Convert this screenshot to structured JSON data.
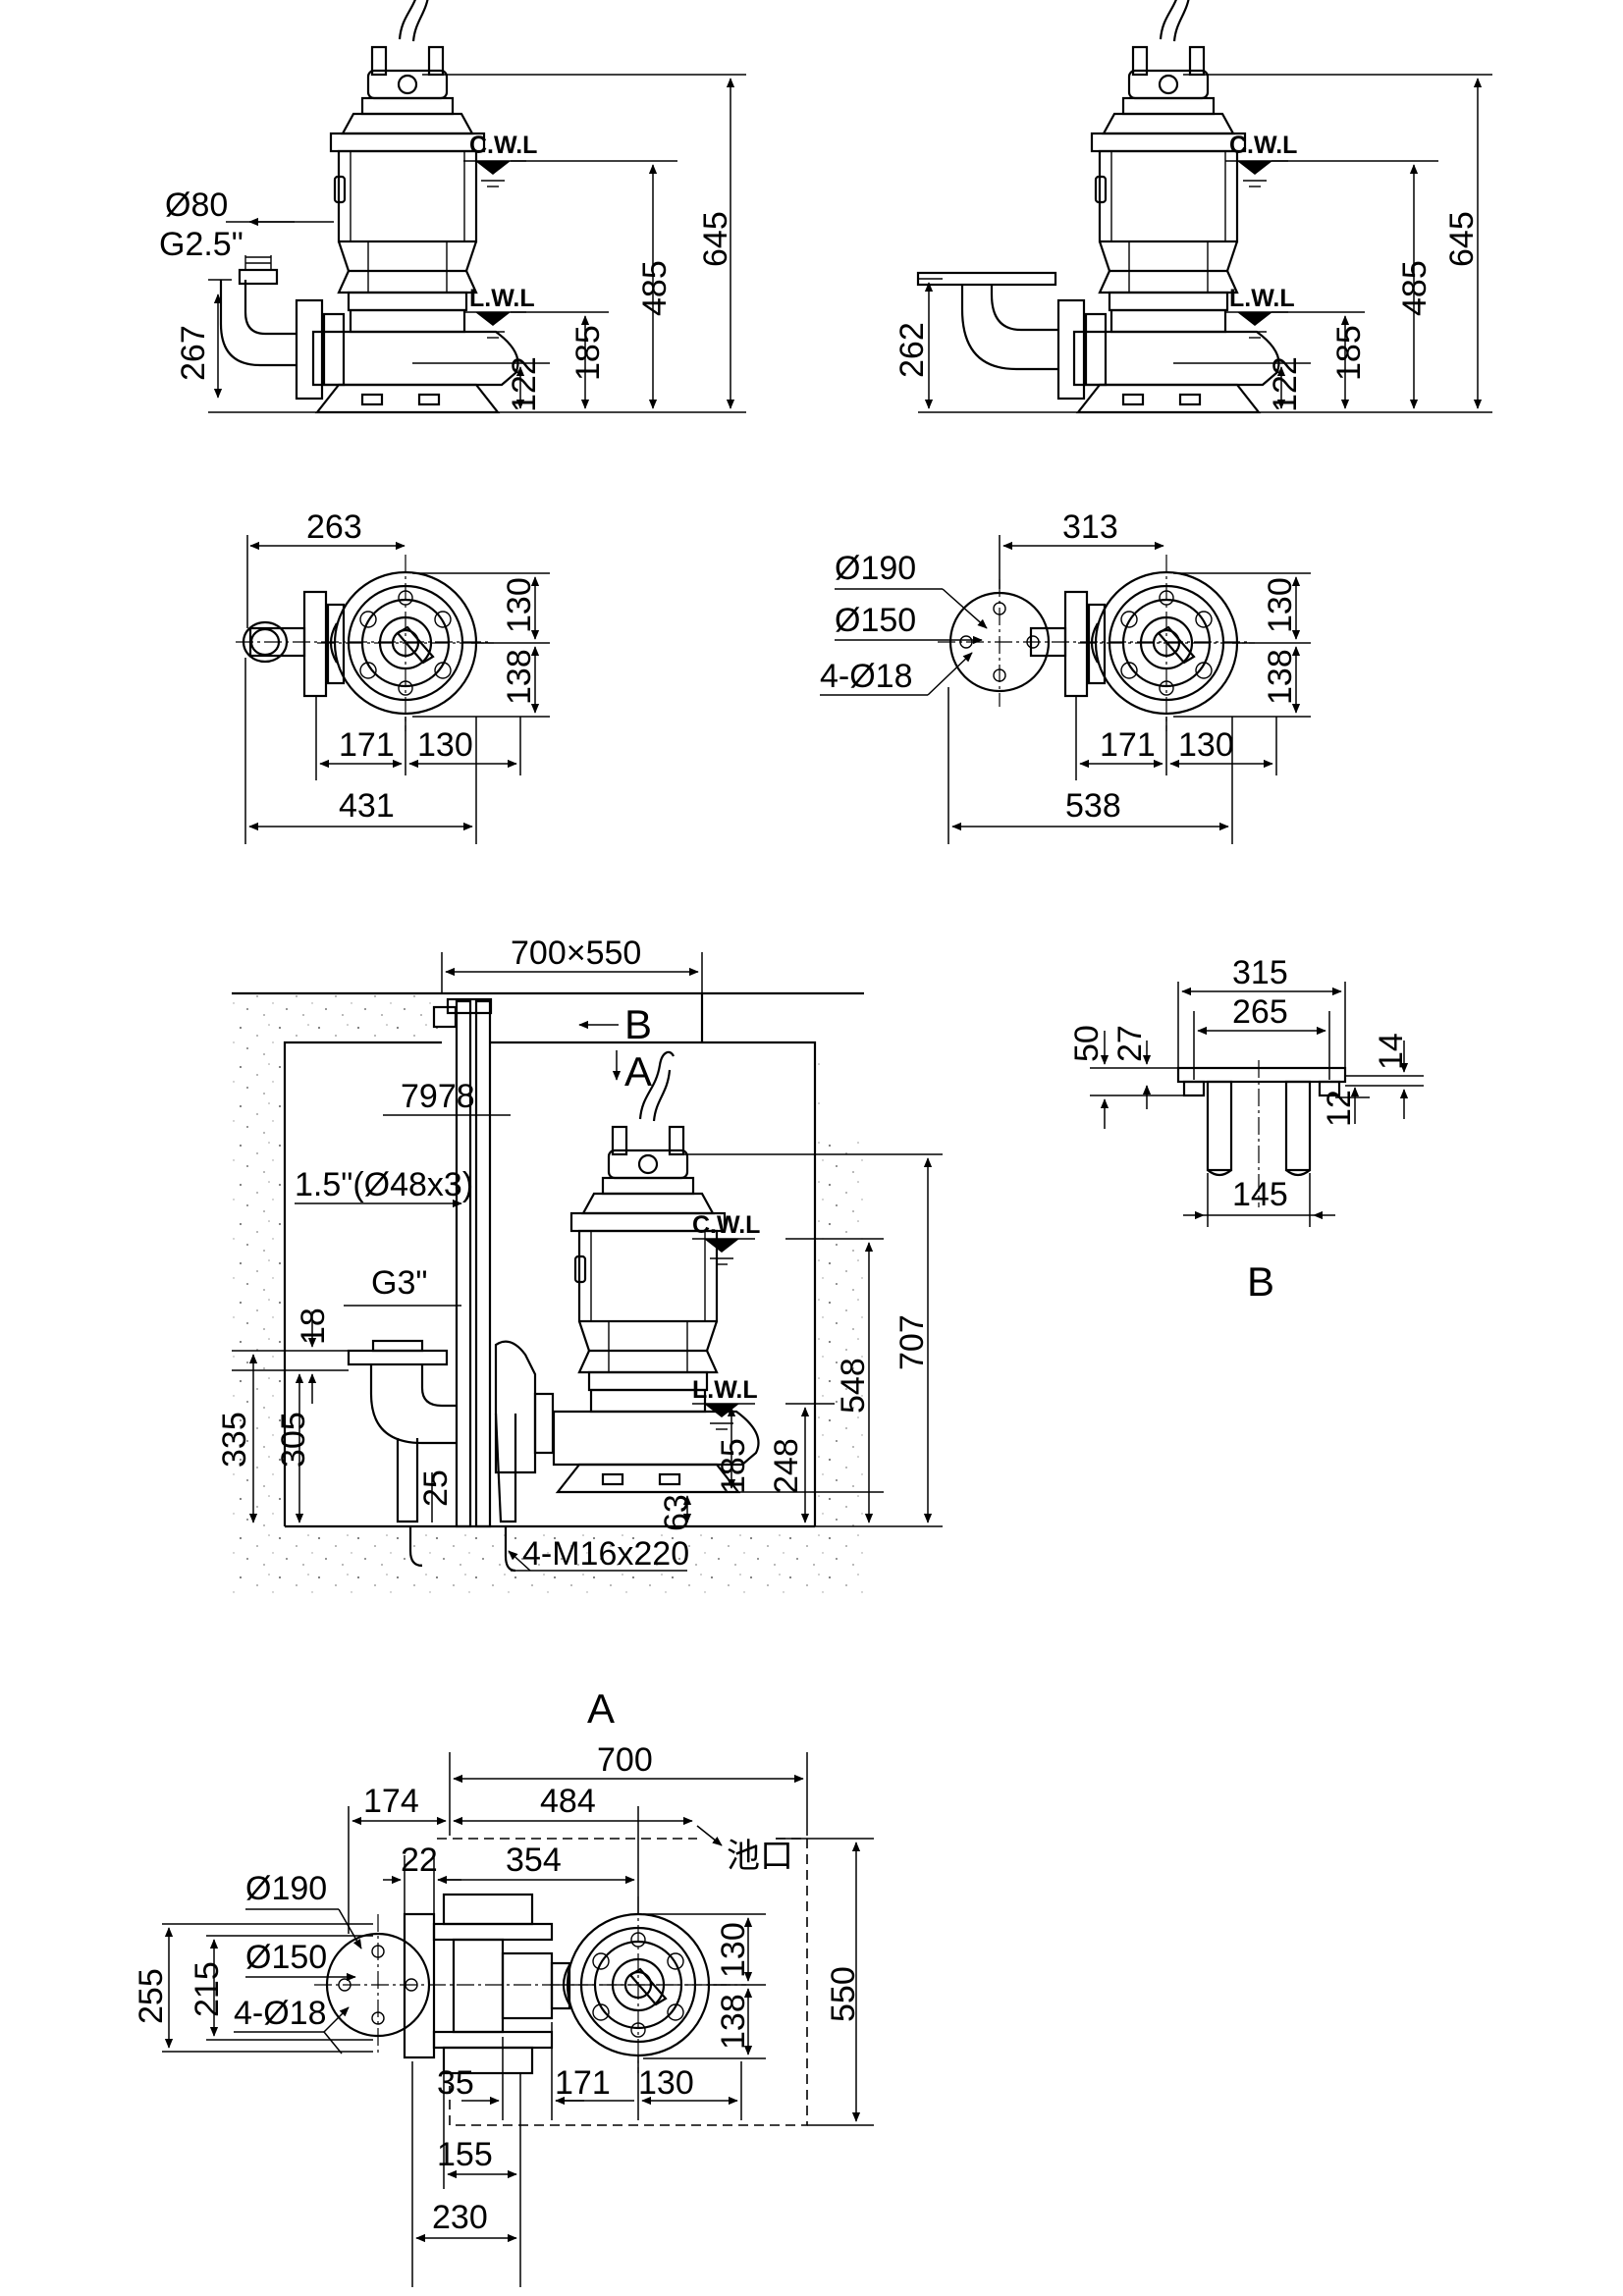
{
  "water_levels": {
    "cwl": "C.W.L",
    "lwl": "L.W.L"
  },
  "view1": {
    "pipe_dia": "Ø80",
    "thread": "G2.5\"",
    "h_outlet": "267",
    "h_base": "122",
    "h_lwl": "185",
    "h_cwl": "485",
    "h_total": "645"
  },
  "view2": {
    "h_outlet": "262",
    "h_base": "122",
    "h_lwl": "185",
    "h_cwl": "485",
    "h_total": "645"
  },
  "plan1": {
    "w_top": "263",
    "v_upper": "130",
    "v_lower": "138",
    "h_left": "171",
    "h_right": "130",
    "w_total": "431"
  },
  "plan2": {
    "w_top": "313",
    "flange_od": "Ø190",
    "flange_pcd": "Ø150",
    "holes": "4-Ø18",
    "v_upper": "130",
    "v_lower": "138",
    "h_left": "171",
    "h_right": "130",
    "w_total": "538"
  },
  "install": {
    "opening": "700×550",
    "view_b": "B",
    "view_a": "A",
    "guide_spacing": "7978",
    "guide_pipe": "1.5\"(Ø48x3)",
    "outlet_thread": "G3\"",
    "flange_t": "18",
    "h_335": "335",
    "h_305": "305",
    "base_25": "25",
    "bolts": "4-M16x220",
    "h_63": "63",
    "h_185": "185",
    "h_248": "248",
    "h_548": "548",
    "h_707": "707"
  },
  "detail_b": {
    "w_outer": "315",
    "w_inner": "265",
    "h_50": "50",
    "h_27": "27",
    "h_14": "14",
    "h_12": "12",
    "w_bottom": "145",
    "label": "B"
  },
  "plan_a": {
    "label": "A",
    "w_700": "700",
    "w_174": "174",
    "w_484": "484",
    "pit_opening": "池口",
    "w_22": "22",
    "w_354": "354",
    "flange_od": "Ø190",
    "flange_pcd": "Ø150",
    "holes": "4-Ø18",
    "v_255": "255",
    "v_215": "215",
    "v_130": "130",
    "v_138": "138",
    "v_550": "550",
    "h_35": "35",
    "h_171": "171",
    "h_130": "130",
    "w_155": "155",
    "w_230": "230"
  }
}
